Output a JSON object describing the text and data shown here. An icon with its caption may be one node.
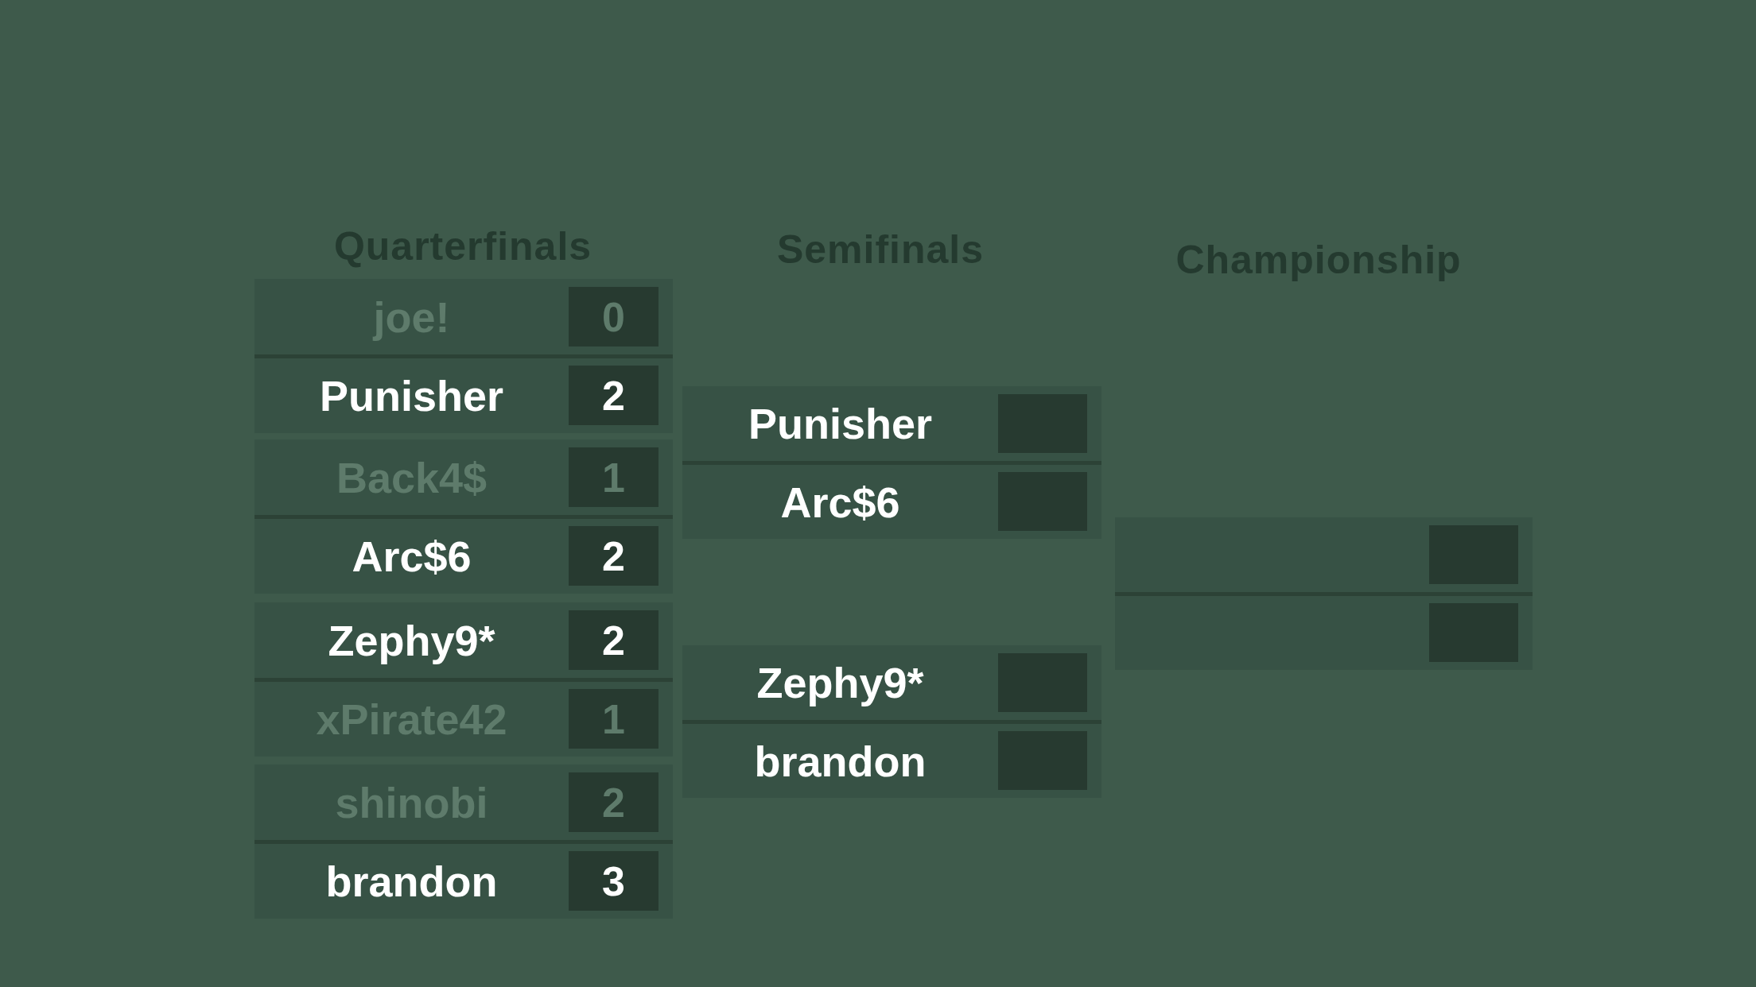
{
  "diagram": {
    "nodes": [
      {
        "text": [],
        "shape": "box"
      },
      {
        "text": [
          "joe!"
        ],
        "in": 0
      },
      {
        "text": [
          "0"
        ],
        "in": 1
      },
      {
        "text": [
          "Punisher"
        ],
        "in": 0
      },
      {
        "text": [
          "2"
        ],
        "in": 3
      },
      {
        "text": [],
        "shape": "box"
      },
      {
        "text": [
          "Back4$"
        ],
        "in": 5
      },
      {
        "text": [
          "1"
        ],
        "in": 6
      },
      {
        "text": [
          "Arc$6"
        ],
        "in": 5
      },
      {
        "text": [
          "2"
        ],
        "in": 8
      },
      {
        "text": [],
        "shape": "box"
      },
      {
        "text": [
          "Zephy9*"
        ],
        "in": 10
      },
      {
        "text": [
          "2"
        ],
        "in": 11
      },
      {
        "text": [
          "xPirate42"
        ],
        "in": 10
      },
      {
        "text": [
          "1"
        ],
        "in": 13
      },
      {
        "text": [],
        "shape": "box"
      },
      {
        "text": [
          "shinobi"
        ],
        "in": 15
      },
      {
        "text": [
          "2"
        ],
        "in": 16
      },
      {
        "text": [
          "brandon"
        ],
        "in": 15
      },
      {
        "text": [
          "3"
        ],
        "in": 18
      },
      {
        "text": [],
        "shape": "box"
      },
      {
        "text": [
          "Punisher"
        ],
        "in": 20
      },
      {
        "text": [],
        "shape": "box",
        "in": 21
      },
      {
        "text": [
          "Arc$6"
        ],
        "in": 20
      },
      {
        "text": [],
        "shape": "box",
        "in": 23
      },
      {
        "text": [],
        "shape": "box"
      },
      {
        "text": [
          "Zephy9*"
        ],
        "in": 25
      },
      {
        "text": [],
        "shape": "box",
        "in": 26
      },
      {
        "text": [
          "brandon"
        ],
        "in": 25
      },
      {
        "text": [],
        "shape": "box",
        "in": 28
      },
      {
        "text": [],
        "shape": "box"
      },
      {
        "text": [],
        "shape": "box",
        "in": 30
      },
      {
        "text": [],
        "shape": "box",
        "in": 31
      },
      {
        "text": [],
        "shape": "box",
        "in": 30
      },
      {
        "text": [],
        "shape": "box",
        "in": 33
      }
    ],
    "labels": [
      "Quarterfinals",
      "Semifinals",
      "Championship"
    ]
  }
}
